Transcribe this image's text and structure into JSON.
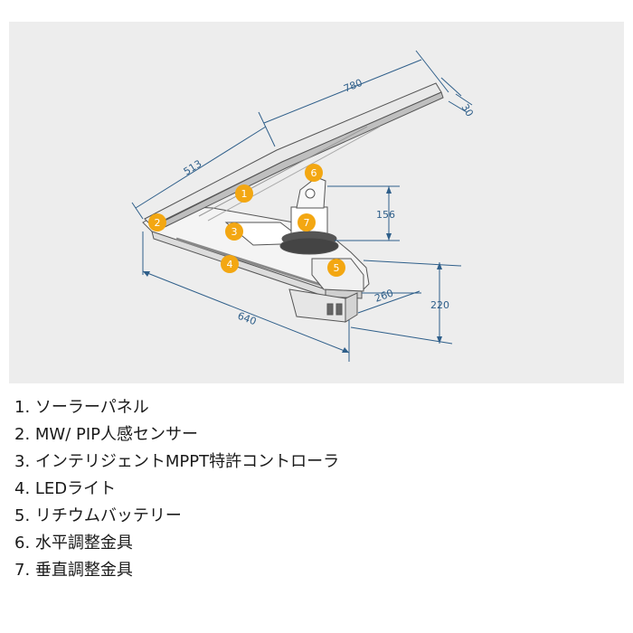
{
  "dimensions": {
    "panel_length": "780",
    "panel_thickness": "30",
    "panel_width": "513",
    "head_height": "156",
    "body_length": "640",
    "body_width": "260",
    "total_height": "220"
  },
  "callouts": [
    "1",
    "2",
    "3",
    "4",
    "5",
    "6",
    "7"
  ],
  "legend": [
    "1. ソーラーパネル",
    "2. MW/ PIP人感センサー",
    "3. インテリジェントMPPT特許コントローラ",
    "4. LEDライト",
    "5. リチウムバッテリー",
    "6. 水平調整金具",
    "7. 垂直調整金具"
  ],
  "colors": {
    "dimension_line": "#2f5f8a",
    "callout_badge": "#f3a712",
    "outline": "#555555",
    "panel_background": "#ededed"
  }
}
